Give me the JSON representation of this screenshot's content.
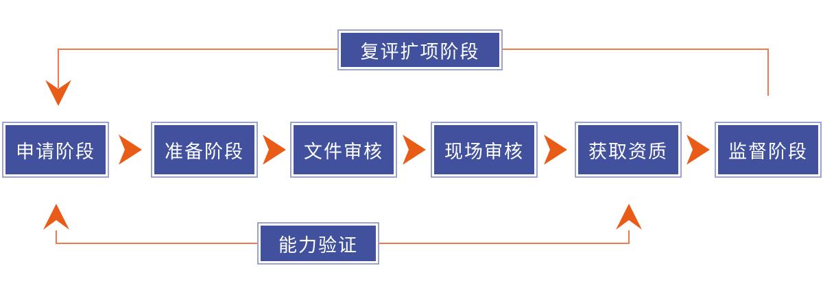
{
  "diagram": {
    "flow_steps": [
      "申请阶段",
      "准备阶段",
      "文件审核",
      "现场审核",
      "获取资质",
      "监督阶段"
    ],
    "top_loop_label": "复评扩项阶段",
    "bottom_loop_label": "能力验证",
    "colors": {
      "box_fill": "#41519E",
      "box_outer_border": "#98A3CE",
      "box_inner_gap": "#FFFFFF",
      "box_text": "#FFFFFF",
      "connector_line": "#F0784A",
      "arrow": "#E85C17",
      "background": "#FFFFFF"
    }
  }
}
